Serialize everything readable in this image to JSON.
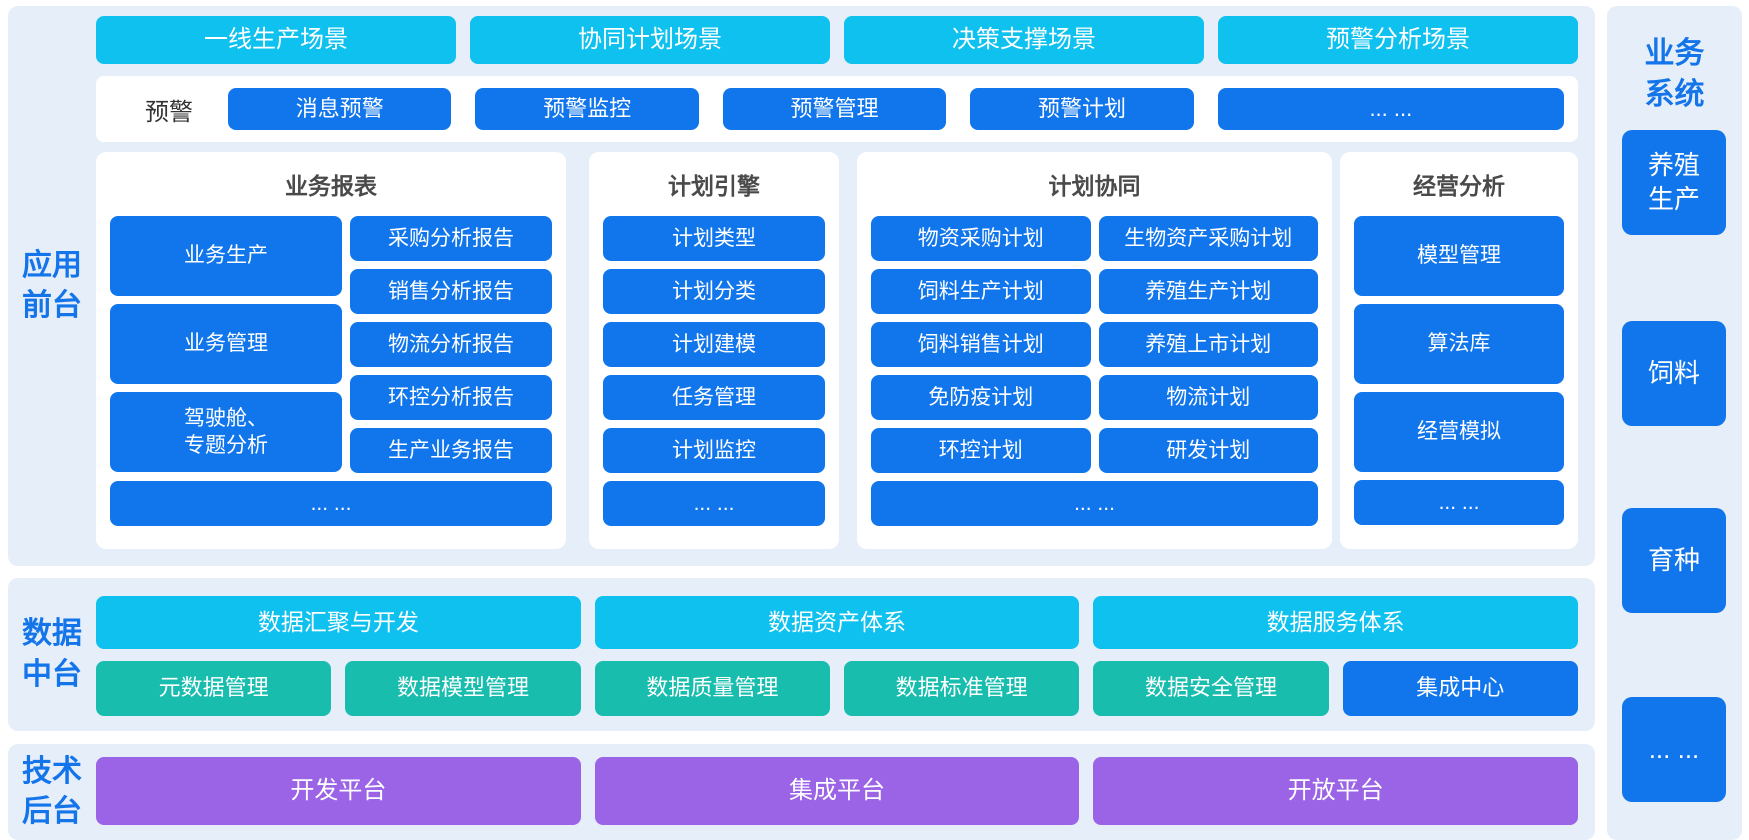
{
  "colors": {
    "cyan": "#0ec1ef",
    "blue": "#1176ec",
    "teal": "#18bdad",
    "purple": "#9b63e5",
    "section_bg": "#e6eff9",
    "label_blue": "#1474ea",
    "panel_title_gray": "#4a4a4a"
  },
  "app_front": {
    "label": "应用\n前台",
    "scenes": [
      "一线生产场景",
      "协同计划场景",
      "决策支撑场景",
      "预警分析场景"
    ],
    "alert": {
      "label": "预警",
      "buttons": [
        "消息预警",
        "预警监控",
        "预警管理",
        "预警计划",
        "... ..."
      ]
    },
    "report_panel": {
      "title": "业务报表",
      "left": [
        "业务生产",
        "业务管理",
        "驾驶舱、\n专题分析"
      ],
      "right": [
        "采购分析报告",
        "销售分析报告",
        "物流分析报告",
        "环控分析报告",
        "生产业务报告"
      ],
      "more": "... ..."
    },
    "engine_panel": {
      "title": "计划引擎",
      "items": [
        "计划类型",
        "计划分类",
        "计划建模",
        "任务管理",
        "计划监控"
      ],
      "more": "... ..."
    },
    "collab_panel": {
      "title": "计划协同",
      "left": [
        "物资采购计划",
        "饲料生产计划",
        "饲料销售计划",
        "免防疫计划",
        "环控计划"
      ],
      "right": [
        "生物资产采购计划",
        "养殖生产计划",
        "养殖上市计划",
        "物流计划",
        "研发计划"
      ],
      "more": "... ..."
    },
    "analysis_panel": {
      "title": "经营分析",
      "items": [
        "模型管理",
        "算法库",
        "经营模拟"
      ],
      "more": "... ..."
    }
  },
  "data_mid": {
    "label": "数据\n中台",
    "row1": [
      "数据汇聚与开发",
      "数据资产体系",
      "数据服务体系"
    ],
    "row2": [
      "元数据管理",
      "数据模型管理",
      "数据质量管理",
      "数据标准管理",
      "数据安全管理"
    ],
    "integration": "集成中心"
  },
  "tech_back": {
    "label": "技术\n后台",
    "platforms": [
      "开发平台",
      "集成平台",
      "开放平台"
    ]
  },
  "sidebar": {
    "title": "业务\n系统",
    "systems": [
      "养殖\n生产",
      "饲料",
      "育种",
      "... ..."
    ]
  }
}
